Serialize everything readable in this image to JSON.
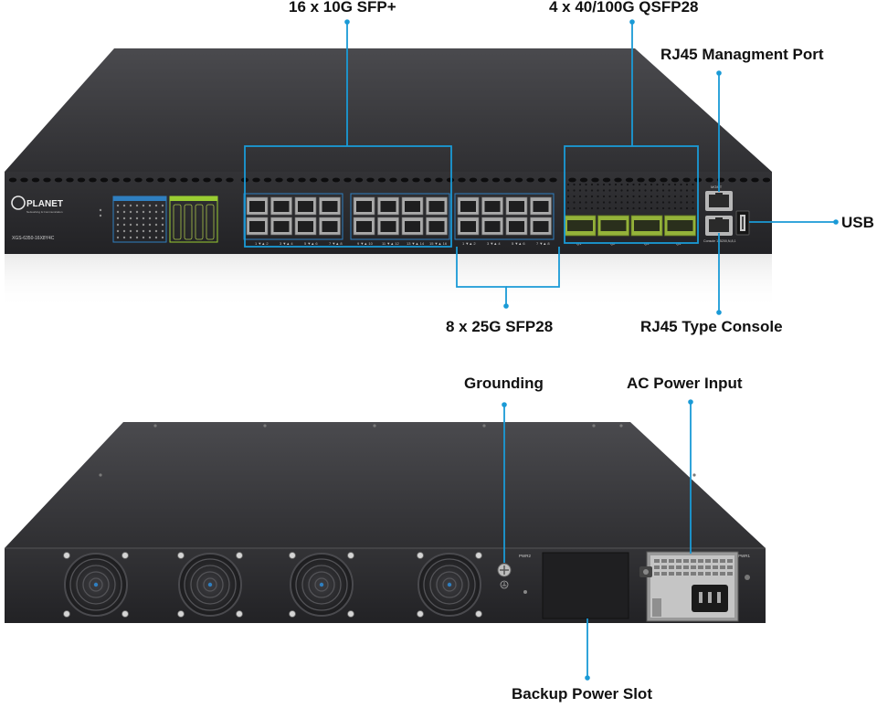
{
  "callouts": {
    "sfp_plus": "16 x 10G SFP+",
    "qsfp28": "4 x 40/100G QSFP28",
    "rj45_mgmt": "RJ45 Managment Port",
    "usb": "USB",
    "sfp28": "8 x 25G SFP28",
    "rj45_console": "RJ45 Type Console",
    "grounding": "Grounding",
    "ac_power": "AC Power Input",
    "backup_power": "Backup Power Slot"
  },
  "front_panel": {
    "brand": "PLANET",
    "brand_tagline": "Networking & Communication",
    "model": "XGS-6350-16X8Y4C",
    "sfp_plus_labels": [
      "1 ▼▲ 2",
      "3 ▼▲ 4",
      "5 ▼▲ 6",
      "7 ▼▲ 8",
      "9 ▼▲ 10",
      "11 ▼▲ 12",
      "13 ▼▲ 14",
      "15 ▼▲ 16"
    ],
    "sfp28_labels": [
      "1 ▼▲ 2",
      "3 ▼▲ 4",
      "5 ▼▲ 6",
      "7 ▼▲ 8"
    ],
    "qsfp_labels": [
      "Q1",
      "Q2",
      "Q3",
      "Q4"
    ],
    "mgmt_label": "MGMT",
    "console_label": "Console 115200,N,8,1"
  },
  "rear_panel": {
    "pwr2_label": "PWR2",
    "pwr1_label": "PWR1"
  },
  "colors": {
    "accent": "#1a9ad6",
    "chassis_top": "#3a3a3d",
    "chassis_face": "#2b2b2e",
    "port_led_green": "#9acd32"
  }
}
